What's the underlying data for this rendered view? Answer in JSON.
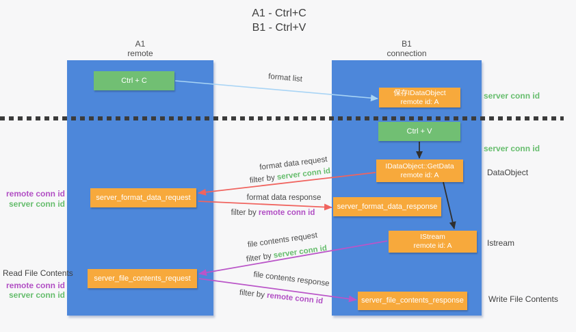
{
  "title": {
    "line1": "A1 - Ctrl+C",
    "line2": "B1 - Ctrl+V"
  },
  "columns": {
    "a1": {
      "name": "A1",
      "subtitle": "remote"
    },
    "b1": {
      "name": "B1",
      "subtitle": "connection"
    }
  },
  "nodes": {
    "ctrl_c": {
      "label": "Ctrl + C"
    },
    "ctrl_v": {
      "label": "Ctrl + V"
    },
    "save_dataobject": {
      "line1": "保存IDataObject",
      "line2": "remote id: A"
    },
    "getdata": {
      "line1": "IDataObject::GetData",
      "line2": "remote id: A"
    },
    "istream": {
      "line1": "IStream",
      "line2": "remote id: A"
    },
    "format_request": {
      "label": "server_format_data_request"
    },
    "format_response": {
      "label": "server_format_data_response"
    },
    "file_request": {
      "label": "server_file_contents_request"
    },
    "file_response": {
      "label": "server_file_contents_response"
    }
  },
  "arrow_labels": {
    "format_list": "format list",
    "format_data_request": "format data request",
    "format_data_request_filter_prefix": "filter by ",
    "format_data_request_filter_key": "server conn id",
    "format_data_response": "format data response",
    "format_data_response_filter_prefix": "filter by ",
    "format_data_response_filter_key": "remote conn id",
    "file_contents_request": "file contents request",
    "file_contents_request_filter_prefix": "filter by ",
    "file_contents_request_filter_key": "server conn id",
    "file_contents_response": "file contents response",
    "file_contents_response_filter_prefix": "filter by ",
    "file_contents_response_filter_key": "remote conn id"
  },
  "side_labels": {
    "left": {
      "remote_conn_id_1": "remote conn id",
      "server_conn_id_1": "server conn id",
      "read_file_contents": "Read File Contents",
      "remote_conn_id_2": "remote conn id",
      "server_conn_id_2": "server conn id"
    },
    "right": {
      "server_conn_id_1": "server conn id",
      "server_conn_id_2": "server conn id",
      "dataobject": "DataObject",
      "istream": "Istream",
      "write_file_contents": "Write File Contents"
    }
  },
  "colors": {
    "column_blue": "#4d87da",
    "node_green": "#71bf73",
    "node_orange": "#f7a93c",
    "label_green": "#66bd6d",
    "label_purple": "#b14fc4",
    "arrow_red": "#f0645f",
    "arrow_purple": "#ba55c8",
    "arrow_blue": "#a8d4f5",
    "arrow_black": "#2f2f2f"
  }
}
